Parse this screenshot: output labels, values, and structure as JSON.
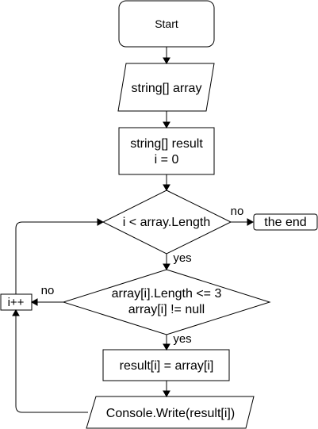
{
  "nodes": {
    "start": "Start",
    "input": "string[] array",
    "init_line1": "string[] result",
    "init_line2": "i = 0",
    "loop_condition": "i < array.Length",
    "end": "the end",
    "length_check_line1": "array[i].Length <= 3",
    "length_check_line2": "array[i] != null",
    "assign": "result[i] = array[i]",
    "output": "Console.Write(result[i])",
    "increment": "i++"
  },
  "edge_labels": {
    "loop_no": "no",
    "loop_yes": "yes",
    "check_no": "no",
    "check_yes": "yes"
  }
}
